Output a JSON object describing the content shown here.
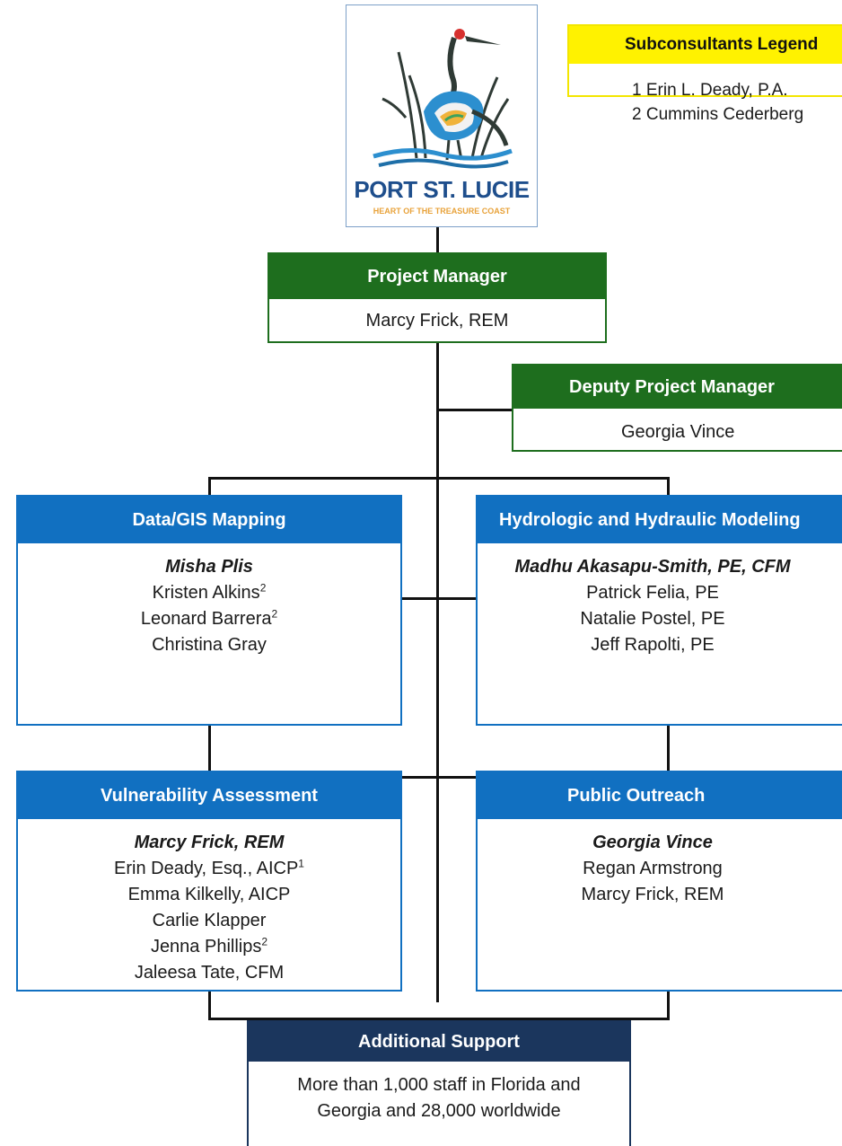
{
  "logo": {
    "name": "PORT ST. LUCIE",
    "tagline": "HEART OF THE TREASURE COAST"
  },
  "legend": {
    "title": "Subconsultants Legend",
    "items": [
      "1 Erin L. Deady, P.A.",
      "2 Cummins Cederberg"
    ]
  },
  "project_manager": {
    "title": "Project Manager",
    "name": "Marcy Frick, REM"
  },
  "deputy_pm": {
    "title": "Deputy Project Manager",
    "name": "Georgia Vince"
  },
  "data_gis": {
    "title": "Data/GIS Mapping",
    "lead": "Misha Plis",
    "members": [
      {
        "name": "Kristen Alkins",
        "sup": "2"
      },
      {
        "name": "Leonard Barrera",
        "sup": "2"
      },
      {
        "name": "Christina Gray",
        "sup": ""
      }
    ]
  },
  "hh_modeling": {
    "title": "Hydrologic and Hydraulic Modeling",
    "lead": "Madhu Akasapu-Smith, PE, CFM",
    "members": [
      {
        "name": "Patrick Felia, PE",
        "sup": ""
      },
      {
        "name": "Natalie Postel, PE",
        "sup": ""
      },
      {
        "name": "Jeff Rapolti, PE",
        "sup": ""
      }
    ]
  },
  "vulnerability": {
    "title": "Vulnerability Assessment",
    "lead": "Marcy Frick, REM",
    "members": [
      {
        "name": "Erin Deady, Esq., AICP",
        "sup": "1"
      },
      {
        "name": "Emma Kilkelly, AICP",
        "sup": ""
      },
      {
        "name": "Carlie Klapper",
        "sup": ""
      },
      {
        "name": "Jenna Phillips",
        "sup": "2"
      },
      {
        "name": "Jaleesa Tate, CFM",
        "sup": ""
      }
    ]
  },
  "outreach": {
    "title": "Public Outreach",
    "lead": "Georgia Vince",
    "members": [
      {
        "name": "Regan Armstrong",
        "sup": ""
      },
      {
        "name": "Marcy Frick, REM",
        "sup": ""
      }
    ]
  },
  "support": {
    "title": "Additional Support",
    "line1": "More than 1,000 staff in Florida and",
    "line2": "Georgia and 28,000 worldwide"
  },
  "colors": {
    "green": "#1e6e1e",
    "blue": "#1170c1",
    "navy": "#1b365d",
    "yellow": "#fff200"
  }
}
